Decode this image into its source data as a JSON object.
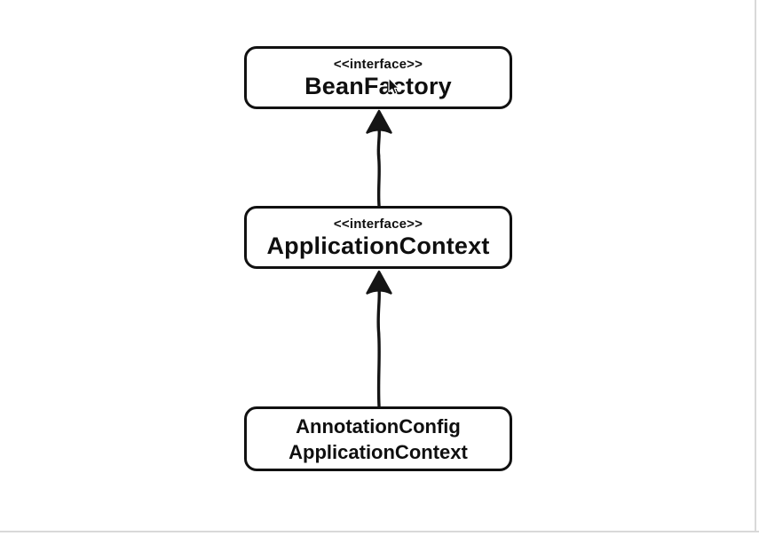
{
  "diagram": {
    "nodes": {
      "bean_factory": {
        "stereotype": "<<interface>>",
        "name": "BeanFactory"
      },
      "application_context": {
        "stereotype": "<<interface>>",
        "name": "ApplicationContext"
      },
      "annotation_config_application_context": {
        "line1": "AnnotationConfig",
        "line2": "ApplicationContext"
      }
    },
    "colors": {
      "background": "#ffffff",
      "node_fill": "#ffffff",
      "node_border": "#111111",
      "text": "#0f0f0f",
      "arrow": "#151515",
      "frame_line": "#d9d9d9"
    }
  }
}
